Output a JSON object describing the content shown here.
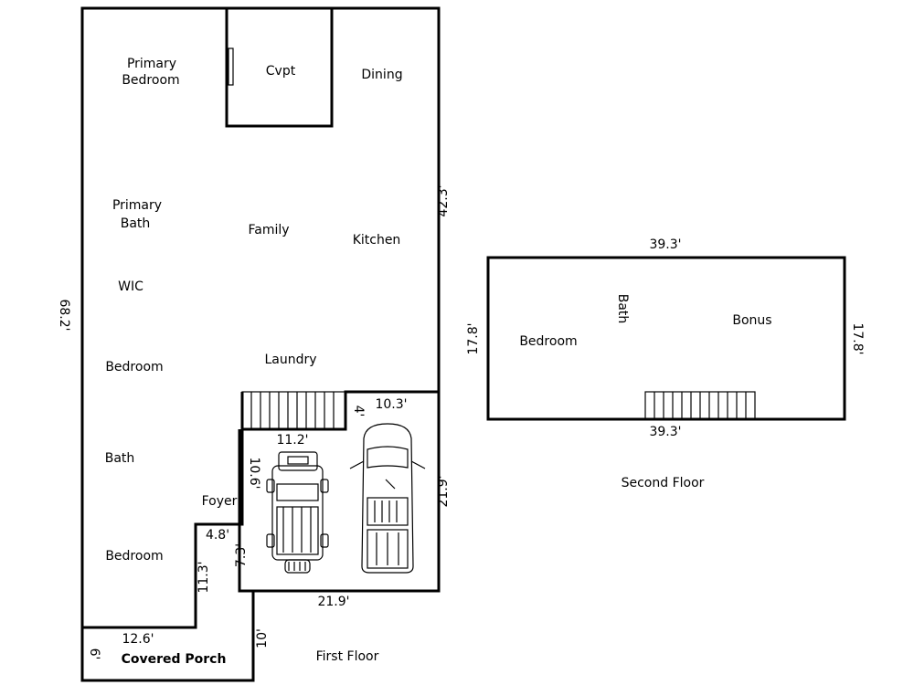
{
  "colors": {
    "line": "#000000",
    "background": "#ffffff"
  },
  "first_floor": {
    "caption": "First Floor",
    "rooms": {
      "primary_bedroom": [
        "Primary",
        "Bedroom"
      ],
      "cvpt": "Cvpt",
      "dining": "Dining",
      "primary_bath": [
        "Primary",
        "Bath"
      ],
      "family": "Family",
      "kitchen": "Kitchen",
      "wic": "WIC",
      "laundry": "Laundry",
      "bedroom_1": "Bedroom",
      "bath": "Bath",
      "foyer": "Foyer",
      "bedroom_2": "Bedroom",
      "covered_porch": "Covered Porch"
    },
    "dimensions": {
      "left_height": "68.2'",
      "right_upper": "42.3'",
      "stair_width": "11.2'",
      "stair_depth": "4'",
      "garage_top": "10.3'",
      "garage_right": "21.9'",
      "garage_bottom": "21.9'",
      "garage_inner_upper": "10.6'",
      "garage_inner_lower": "7.3'",
      "foyer_step": "4.8'",
      "entry_depth": "11.3'",
      "porch_width": "12.6'",
      "porch_depth": "6'",
      "porch_side": "10'"
    }
  },
  "second_floor": {
    "caption": "Second Floor",
    "rooms": {
      "bedroom": "Bedroom",
      "bath": "Bath",
      "bonus": "Bonus"
    },
    "dimensions": {
      "top": "39.3'",
      "bottom": "39.3'",
      "left": "17.8'",
      "right": "17.8'"
    }
  }
}
